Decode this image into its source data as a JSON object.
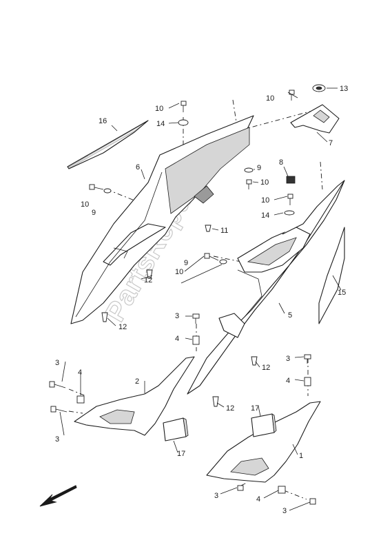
{
  "watermark": "PartsRepublik",
  "callouts": {
    "c1": "1",
    "c2": "2",
    "c3a": "3",
    "c3b": "3",
    "c3c": "3",
    "c3d": "3",
    "c3e": "3",
    "c4a": "4",
    "c4b": "4",
    "c4c": "4",
    "c4d": "4",
    "c5": "5",
    "c6": "6",
    "c7": "7",
    "c8": "8",
    "c9a": "9",
    "c9b": "9",
    "c9c": "9",
    "c10a": "10",
    "c10b": "10",
    "c10c": "10",
    "c10d": "10",
    "c10e": "10",
    "c10f": "10",
    "c11": "11",
    "c12a": "12",
    "c12b": "12",
    "c12c": "12",
    "c12d": "12",
    "c13": "13",
    "c14a": "14",
    "c14b": "14",
    "c15": "15",
    "c16": "16",
    "c17a": "17",
    "c17b": "17"
  },
  "icons": {
    "direction": "front-direction-arrow-icon"
  }
}
